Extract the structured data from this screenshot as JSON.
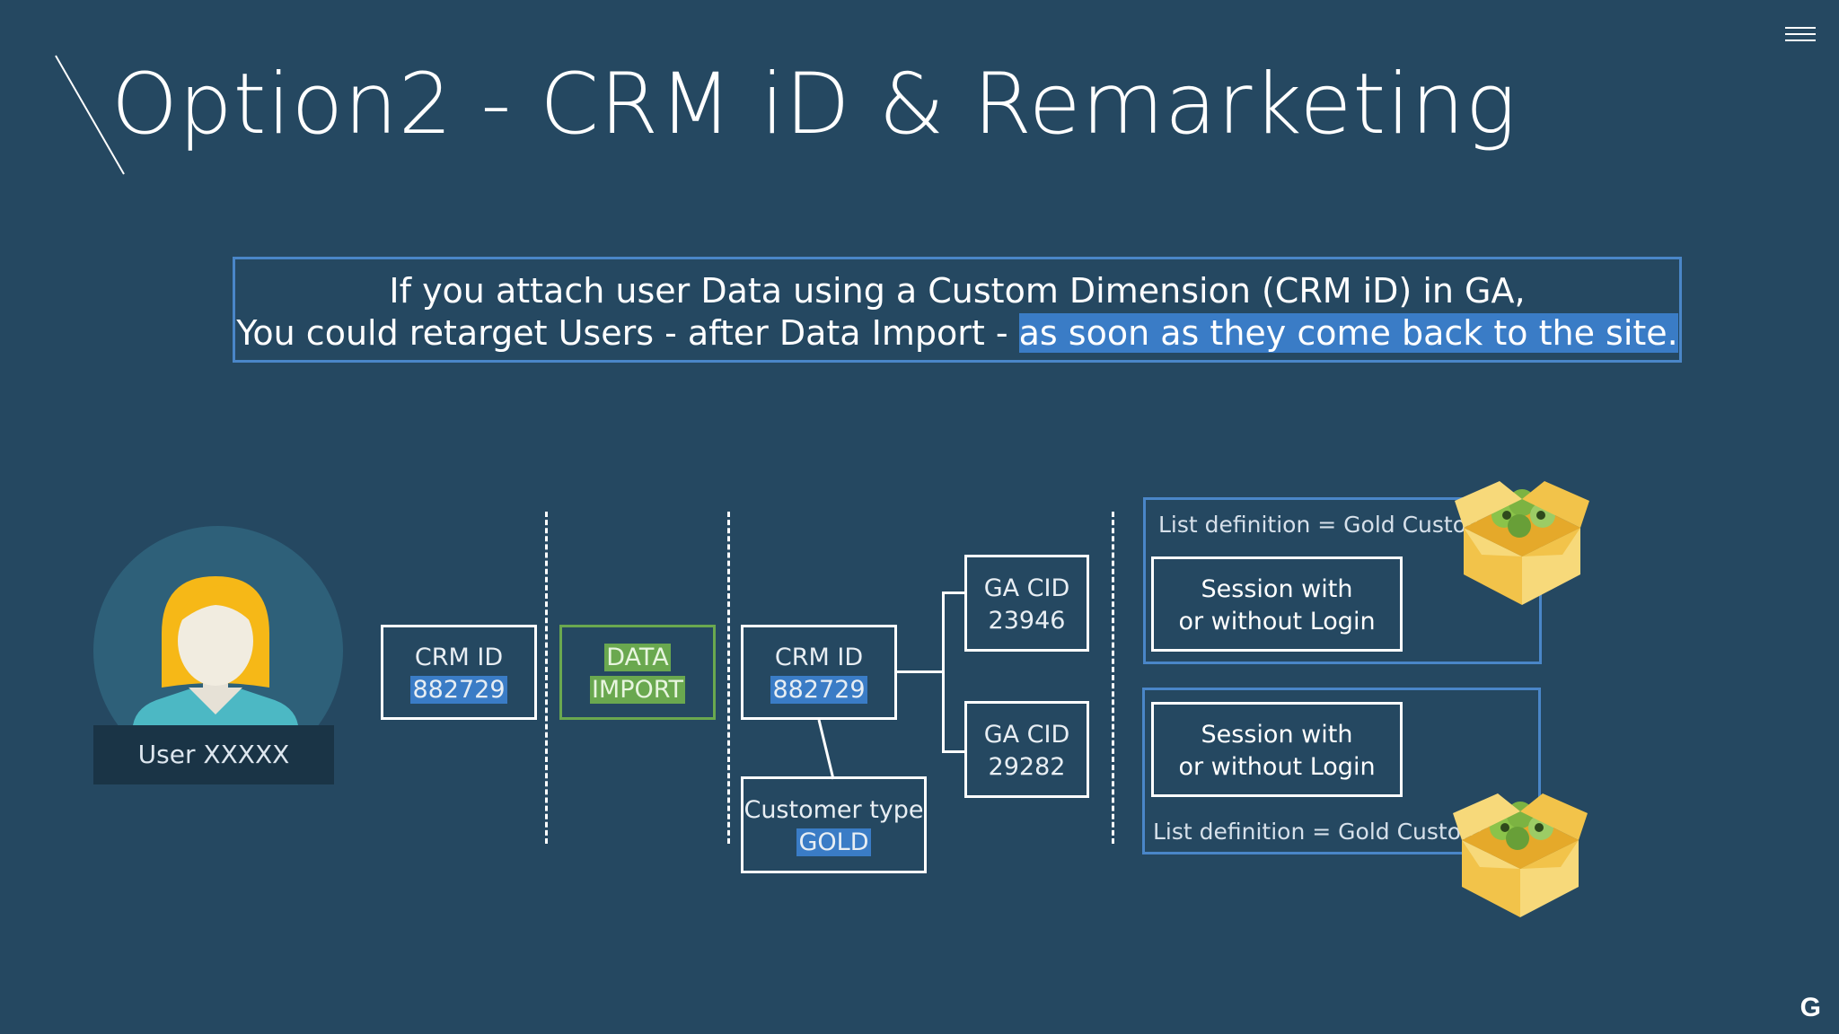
{
  "slide": {
    "title": "Option2 - CRM iD & Remarketing",
    "callout_line1": "If you attach user Data using a Custom Dimension (CRM iD) in GA,",
    "callout_line2_prefix": "You could retarget Users - after Data Import - ",
    "callout_line2_highlight": "as soon as they come back to the site."
  },
  "diagram": {
    "user_label": "User XXXXX",
    "crm_box_1": {
      "label": "CRM ID",
      "value": "882729"
    },
    "data_import": {
      "line1": "DATA",
      "line2": "IMPORT"
    },
    "crm_box_2": {
      "label": "CRM ID",
      "value": "882729"
    },
    "customer_type": {
      "label": "Customer type",
      "value": "GOLD"
    },
    "ga_cid_1": {
      "label": "GA CID",
      "value": "23946"
    },
    "ga_cid_2": {
      "label": "GA CID",
      "value": "29282"
    },
    "list_1": {
      "definition": "List definition = Gold Customer",
      "session_line1": "Session with",
      "session_line2": "or without Login"
    },
    "list_2": {
      "definition": "List definition = Gold Customer",
      "session_line1": "Session with",
      "session_line2": "or without Login"
    }
  },
  "icons": {
    "menu": "menu-icon",
    "brand": "G"
  },
  "colors": {
    "background": "#254861",
    "accent_blue": "#3a7cc6",
    "accent_green": "#6aa84f"
  }
}
